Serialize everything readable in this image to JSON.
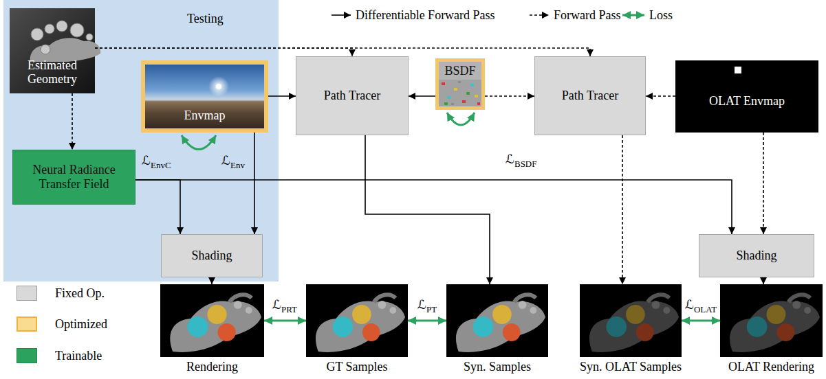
{
  "diagram": {
    "nodes": [
      {
        "text": [
          "Testing"
        ]
      },
      {
        "text": [
          "Estimated Geometry"
        ],
        "in": 0
      },
      {
        "text": [
          "Envmap"
        ],
        "in": 0
      },
      {
        "text": [
          "Path Tracer"
        ]
      },
      {
        "text": [
          "BSDF"
        ]
      },
      {
        "text": [
          "Path Tracer"
        ]
      },
      {
        "text": [
          "OLAT Envmap"
        ]
      },
      {
        "text": [
          "Neural Radiance Transfer Field"
        ],
        "in": 0
      },
      {
        "text": [
          "Shading"
        ],
        "in": 0
      },
      {
        "text": [
          "Shading"
        ]
      },
      {
        "text": [
          "Rendering"
        ]
      },
      {
        "text": [
          "GT Samples"
        ]
      },
      {
        "text": [
          "Syn. Samples"
        ]
      },
      {
        "text": [
          "Syn. OLAT Samples"
        ]
      },
      {
        "text": [
          "OLAT Rendering"
        ]
      }
    ],
    "edges": [
      {
        "from": 1,
        "to": 3,
        "arrow": "to"
      },
      {
        "from": 1,
        "to": 5,
        "arrow": "to"
      },
      {
        "from": 1,
        "to": 7,
        "arrow": "to"
      },
      {
        "from": 2,
        "to": 3,
        "arrow": "to"
      },
      {
        "from": 4,
        "to": 3,
        "arrow": "to"
      },
      {
        "from": 4,
        "to": 5,
        "arrow": "to"
      },
      {
        "from": 6,
        "to": 5,
        "arrow": "to"
      },
      {
        "from": 2,
        "to": 8,
        "arrow": "to"
      },
      {
        "from": 7,
        "to": 8,
        "arrow": "to"
      },
      {
        "from": 7,
        "to": 9,
        "arrow": "to"
      },
      {
        "from": 6,
        "to": 9,
        "arrow": "to"
      },
      {
        "from": 8,
        "to": 10,
        "arrow": "to"
      },
      {
        "from": 3,
        "to": 12,
        "arrow": "to"
      },
      {
        "from": 5,
        "to": 13,
        "arrow": "to"
      },
      {
        "from": 9,
        "to": 14,
        "arrow": "to"
      },
      {
        "from": 10,
        "to": 11,
        "label": "ℒPRT",
        "arrow": "both"
      },
      {
        "from": 11,
        "to": 12,
        "label": "ℒPT",
        "arrow": "both"
      },
      {
        "from": 13,
        "to": 14,
        "label": "ℒOLAT",
        "arrow": "both"
      }
    ],
    "labels": [
      "ℒEnvC",
      "ℒEnv",
      "ℒBSDF"
    ],
    "legend": [
      {
        "text": "Differentiable Forward Pass"
      },
      {
        "text": "Forward Pass"
      },
      {
        "text": "Loss"
      },
      {
        "text": "Fixed Op.",
        "color": "#d9d9d9"
      },
      {
        "text": "Optimized",
        "color": "#f9dc8f"
      },
      {
        "text": "Trainable",
        "color": "#2ca25f"
      }
    ]
  }
}
